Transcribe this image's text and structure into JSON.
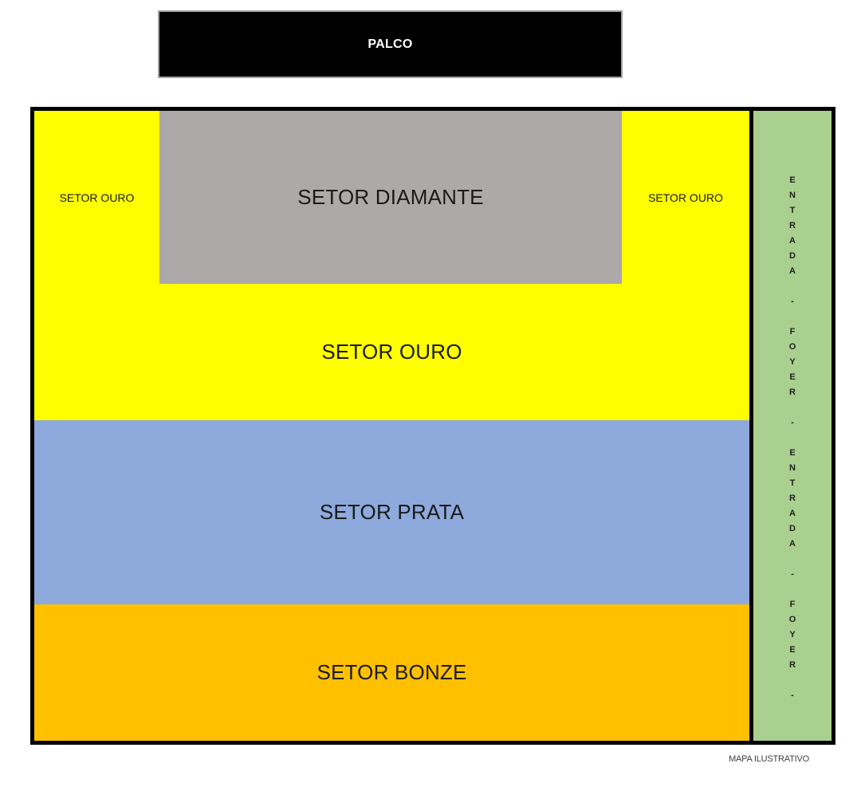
{
  "stage": {
    "label": "PALCO",
    "bg_color": "#000000",
    "text_color": "#ffffff"
  },
  "map": {
    "border_color": "#000000",
    "sections": {
      "diamante": {
        "label": "SETOR DIAMANTE",
        "color": "#ACA9A8"
      },
      "ouro_left": {
        "label": "SETOR OURO",
        "color": "#FFFF00"
      },
      "ouro_right": {
        "label": "SETOR OURO",
        "color": "#FFFF00"
      },
      "ouro_center": {
        "label": "SETOR OURO",
        "color": "#FFFF00"
      },
      "prata": {
        "label": "SETOR PRATA",
        "color": "#8EA9DB"
      },
      "bonze": {
        "label": "SETOR BONZE",
        "color": "#FFC000"
      }
    },
    "entrance_strip": {
      "color": "#A9D08E",
      "label": "ENTRADA - FOYER - ENTRADA - FOYER -",
      "vertical_text": "E\nN\nT\nR\nA\nD\nA\n\n-\n\nF\nO\nY\nE\nR\n\n-\n\nE\nN\nT\nR\nA\nD\nA\n\n-\n\nF\nO\nY\nE\nR\n\n-"
    }
  },
  "footnote": {
    "label": "MAPA ILUSTRATIVO"
  }
}
